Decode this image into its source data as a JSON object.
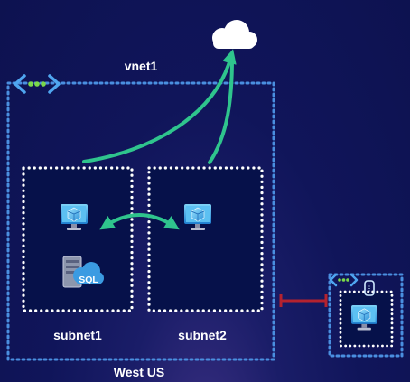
{
  "labels": {
    "vnet": "vnet1",
    "subnet_a": "subnet1",
    "subnet_b": "subnet2",
    "region": "West US",
    "sql": "SQL"
  },
  "colors": {
    "background": "#0f1456",
    "region_border": "#4a8fe0",
    "subnet_border": "#ffffff",
    "flow_arrow": "#2fc48d",
    "peering_link": "#b4222f",
    "vnet_icon": "#4fa6f0",
    "cloud": "#ffffff"
  },
  "icons": {
    "vnet": "virtual-network-icon",
    "vnet_small": "virtual-network-icon",
    "cloud": "cloud-icon",
    "vm1": "virtual-machine-icon",
    "vm2": "virtual-machine-icon",
    "vm3": "virtual-machine-icon",
    "sql": "sql-server-icon",
    "gateway": "vpn-gateway-icon"
  }
}
